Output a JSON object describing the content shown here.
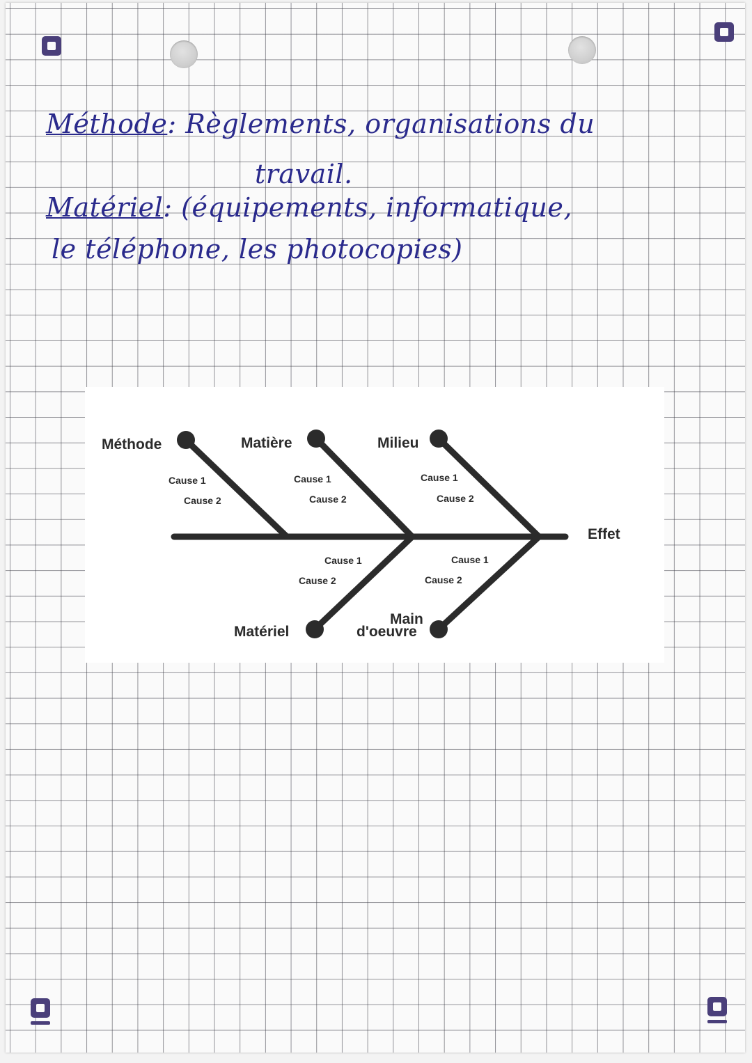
{
  "notes": {
    "line1_label": "Méthode",
    "line1_text": ": Règlements, organisations du",
    "line2_text": "travail.",
    "line3_label": "Matériel",
    "line3_text": ": (équipements, informatique,",
    "line4_text": "le téléphone, les photocopies)"
  },
  "diagram": {
    "effect": "Effet",
    "top_categories": [
      {
        "label": "Méthode",
        "cause1": "Cause 1",
        "cause2": "Cause 2"
      },
      {
        "label": "Matière",
        "cause1": "Cause 1",
        "cause2": "Cause 2"
      },
      {
        "label": "Milieu",
        "cause1": "Cause 1",
        "cause2": "Cause 2"
      }
    ],
    "bottom_categories": [
      {
        "label": "Matériel",
        "cause1": "Cause 1",
        "cause2": "Cause 2"
      },
      {
        "label_line1": "Main",
        "label_line2": "d'oeuvre",
        "cause1": "Cause 1",
        "cause2": "Cause 2"
      }
    ],
    "colors": {
      "ink": "#2b2b2b",
      "pen": "#2a2a8c",
      "brand": "#4a3f7a"
    }
  }
}
